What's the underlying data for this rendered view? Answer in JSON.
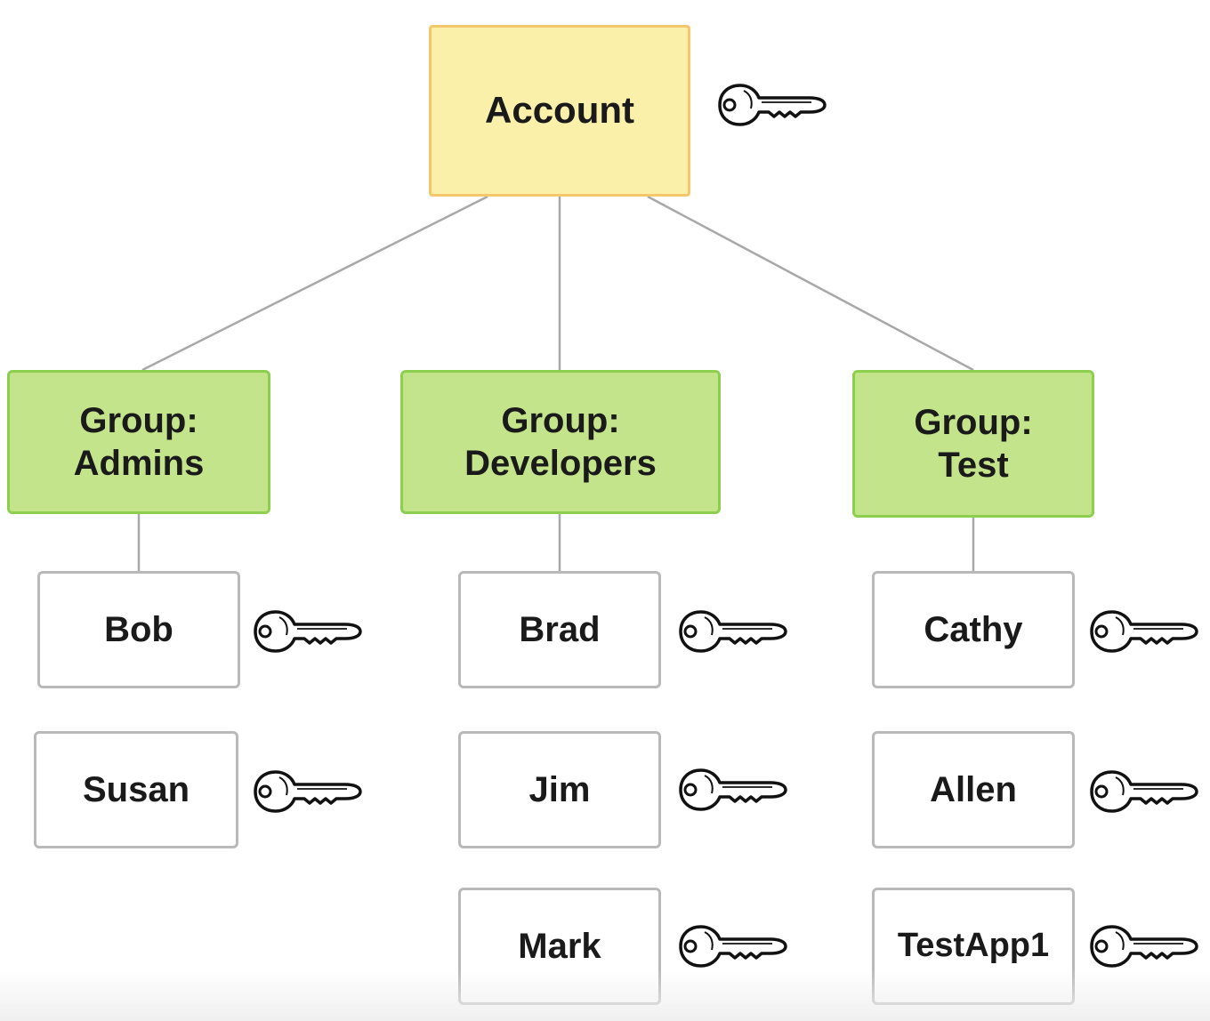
{
  "account": {
    "label": "Account",
    "icon": "key-icon"
  },
  "groups": [
    {
      "line1": "Group:",
      "line2": "Admins"
    },
    {
      "line1": "Group:",
      "line2": "Developers"
    },
    {
      "line1": "Group:",
      "line2": "Test"
    }
  ],
  "users": {
    "admins": [
      "Bob",
      "Susan"
    ],
    "developers": [
      "Brad",
      "Jim",
      "Mark"
    ],
    "test": [
      "Cathy",
      "Allen",
      "TestApp1"
    ]
  },
  "colors": {
    "account_fill": "#faf0aa",
    "account_border": "#f5c76c",
    "group_fill": "#c4e48c",
    "group_border": "#8ccf4e",
    "user_border": "#b9b9b9",
    "connector": "#a8a8a8"
  }
}
